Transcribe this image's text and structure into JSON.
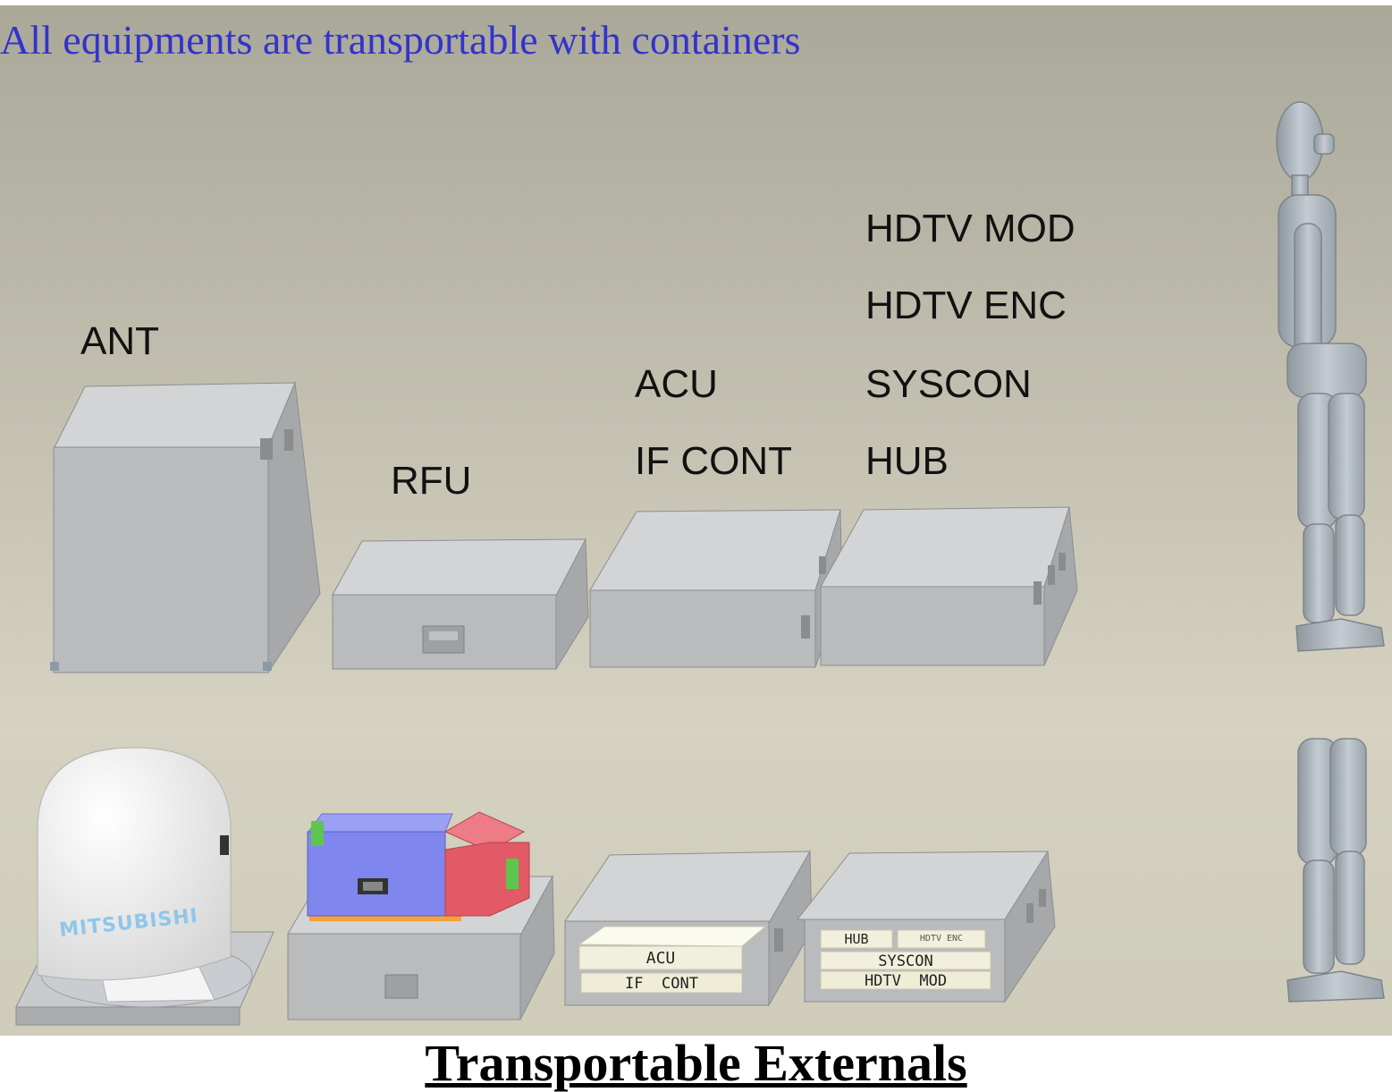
{
  "headline": "All equipments are transportable with containers",
  "caption": "Transportable Externals",
  "packed_labels": {
    "ant": "ANT",
    "rfu": "RFU",
    "acu": "ACU",
    "if_cont": "IF CONT",
    "hdtv_mod": "HDTV MOD",
    "hdtv_enc": "HDTV ENC",
    "syscon": "SYSCON",
    "hub": "HUB"
  },
  "open_case_labels": {
    "acu": "ACU",
    "if_cont": "IF  CONT",
    "hub": "HUB",
    "hdtv_enc": "HDTV ENC",
    "syscon": "SYSCON",
    "hdtv_mod": "HDTV  MOD"
  },
  "radome_brand": "MITSUBISHI",
  "colors": {
    "headline": "#3333cc",
    "case": "#b4b6b8",
    "unit_blue": "#7f86ee",
    "unit_red": "#e25a66",
    "module": "#f2f0dc"
  }
}
